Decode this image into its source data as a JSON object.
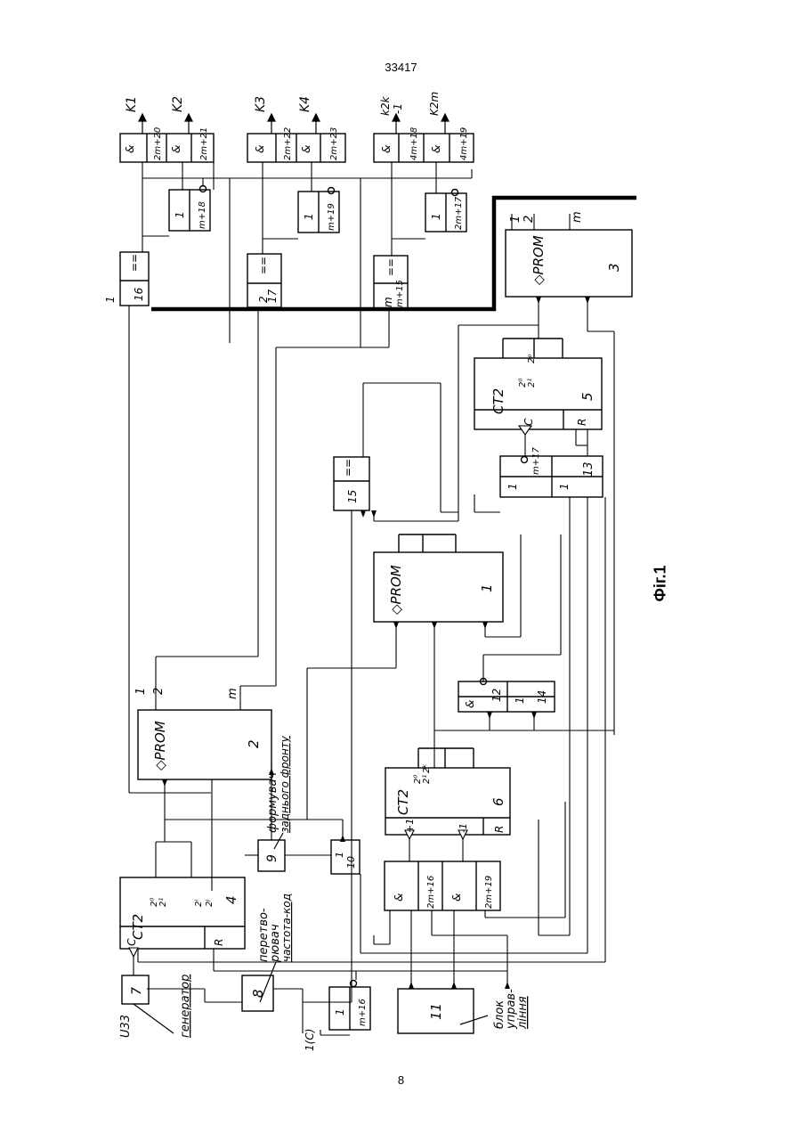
{
  "header": {
    "page_code": "33417"
  },
  "footer": {
    "page_number": "8"
  },
  "figure": {
    "caption": "Фіг.1"
  },
  "outputs": {
    "k1": "K1",
    "k2": "K2",
    "k3": "K3",
    "k4": "K4",
    "k2k_top": "k2k",
    "k2k_bottom": "-1",
    "k2m": "K2m"
  },
  "signals": {
    "u33": "U33",
    "input_1c": "1(C)"
  },
  "labels": {
    "generator": "генератор",
    "converter_1": "перетво-",
    "converter_2": "рювач",
    "converter_3": "частота-код",
    "shaper_1": "формувач",
    "shaper_2": "заднього фронту",
    "control_1": "блок",
    "control_2": "управ-",
    "control_3": "ління"
  },
  "blocks": {
    "prom1": {
      "name": "◇PROM",
      "number": "1"
    },
    "prom2": {
      "name": "◇PROM",
      "number": "2",
      "out1": "1",
      "out2": "2",
      "outm": "m"
    },
    "prom3": {
      "name": "◇PROM",
      "number": "3",
      "out1": "1",
      "out2": "2",
      "outm": "m"
    },
    "ct4": {
      "name": "CT2",
      "number": "4",
      "q0": "2⁰",
      "q1": "2¹",
      "qi": "2ⁱ",
      "qj": "2ʲ",
      "r": "R",
      "c": "C"
    },
    "ct5": {
      "name": "CT2",
      "number": "5",
      "q0": "2⁰",
      "q1": "2¹",
      "qp": "2ᵖ",
      "r": "R",
      "c": "C"
    },
    "ct6": {
      "name": "CT2",
      "number": "6",
      "q0": "2⁰",
      "q1": "2¹",
      "qk": "2ᵏ",
      "r": "R",
      "up": "+1",
      "down": "-1"
    },
    "b7": {
      "number": "7"
    },
    "b8": {
      "number": "8"
    },
    "b9": {
      "number": "9"
    },
    "b10": {
      "number": "10",
      "sym": "1"
    },
    "b11": {
      "number": "11"
    },
    "b12": {
      "number": "12",
      "sym": "&"
    },
    "b13": {
      "number": "13",
      "sym1": "1",
      "sym2": "1",
      "sub": "m+17"
    },
    "b14": {
      "number": "14",
      "sym": "1"
    },
    "b15": {
      "number": "15",
      "sym": "=="
    },
    "b16": {
      "number": "16",
      "sym": "==",
      "sub": "1"
    },
    "b17": {
      "number": "17",
      "sym": "==",
      "sub": "2"
    },
    "bm15": {
      "number": "m+15",
      "sym": "==",
      "sub": "m"
    },
    "bm16": {
      "number": "m+16",
      "sym": "1"
    },
    "bm18": {
      "number": "m+18",
      "sym": "1"
    },
    "bm19": {
      "number": "m+19",
      "sym": "1"
    },
    "b2m17": {
      "number": "2m+17",
      "sym": "1"
    },
    "b2m16": {
      "number": "2m+16",
      "sym": "&"
    },
    "b2m19": {
      "number": "2m+19",
      "sym": "&"
    },
    "b2m20": {
      "number": "2m+20",
      "sym": "&"
    },
    "b2m21": {
      "number": "2m+21",
      "sym": "&"
    },
    "b2m22": {
      "number": "2m+22",
      "sym": "&"
    },
    "b2m23": {
      "number": "2m+23",
      "sym": "&"
    },
    "b4m18": {
      "number": "4m+18",
      "sym": "&"
    },
    "b4m19": {
      "number": "4m+19",
      "sym": "&"
    }
  }
}
